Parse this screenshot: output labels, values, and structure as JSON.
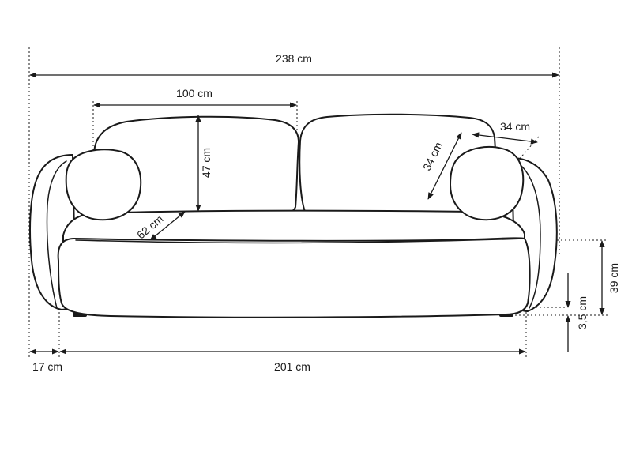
{
  "dimensions": {
    "overall_width": "238 cm",
    "cushion_width": "100 cm",
    "cushion_height": "47 cm",
    "seat_depth": "62 cm",
    "pillow_height": "34 cm",
    "pillow_width": "34 cm",
    "arm_width": "17 cm",
    "seat_width": "201 cm",
    "seat_height": "39 cm",
    "leg_height": "3,5 cm"
  },
  "colors": {
    "line": "#1a1a1a",
    "background": "#ffffff"
  }
}
